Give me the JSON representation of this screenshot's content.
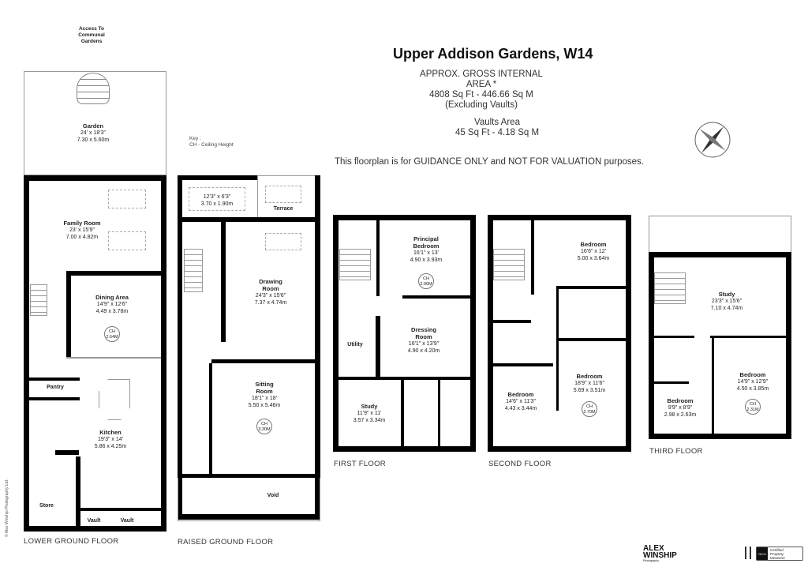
{
  "header": {
    "title": "Upper Addison Gardens, W14",
    "area_heading": "APPROX. GROSS INTERNAL  AREA *",
    "area_imperial_metric": "4808 Sq Ft  - 446.66 Sq M",
    "area_note": "(Excluding Vaults)",
    "vaults_heading": "Vaults Area",
    "vaults_area": "45 Sq Ft  - 4.18 Sq M",
    "disclaimer": "This floorplan is for GUIDANCE ONLY and NOT FOR VALUATION purposes."
  },
  "key": {
    "title": "Key :",
    "ch": "CH - Ceiling Height"
  },
  "access_label": "Access To Communal Gardens",
  "floors": {
    "lower_ground": {
      "name": "LOWER GROUND FLOOR",
      "rooms": {
        "garden": {
          "name": "Garden",
          "imperial": "24' x 18'3\"",
          "metric": "7.30 x 5.60m"
        },
        "family": {
          "name": "Family Room",
          "imperial": "23' x 15'9\"",
          "metric": "7.00 x 4.82m"
        },
        "dining": {
          "name": "Dining Area",
          "imperial": "14'9\" x 12'6\"",
          "metric": "4.49 x 3.78m",
          "ch_label": "CH",
          "ch": "2.64M"
        },
        "pantry": {
          "name": "Pantry"
        },
        "kitchen": {
          "name": "Kitchen",
          "imperial": "19'3\" x 14'",
          "metric": "5.86 x 4.25m"
        },
        "store": {
          "name": "Store"
        },
        "vault1": {
          "name": "Vault"
        },
        "vault2": {
          "name": "Vault"
        }
      }
    },
    "raised_ground": {
      "name": "RAISED GROUND FLOOR",
      "rooms": {
        "balcony": {
          "imperial": "12'3\" x 6'3\"",
          "metric": "3.70 x 1.90m"
        },
        "terrace": {
          "name": "Terrace"
        },
        "drawing": {
          "name": "Drawing Room",
          "imperial": "24'3\" x 15'6\"",
          "metric": "7.37 x 4.74m"
        },
        "sitting": {
          "name": "Sitting Room",
          "imperial": "18'1\" x 18'",
          "metric": "5.50 x 5.46m",
          "ch_label": "CH",
          "ch": "3.30M"
        },
        "void": {
          "name": "Void"
        }
      }
    },
    "first": {
      "name": "FIRST FLOOR",
      "rooms": {
        "principal": {
          "name": "Principal Bedroom",
          "imperial": "16'1\" x 13'",
          "metric": "4.90 x 3.93m",
          "ch_label": "CH",
          "ch": "2.96M"
        },
        "dressing": {
          "name": "Dressing Room",
          "imperial": "16'1\" x 13'9\"",
          "metric": "4.90 x 4.20m"
        },
        "utility": {
          "name": "Utility"
        },
        "study": {
          "name": "Study",
          "imperial": "11'9\" x 11'",
          "metric": "3.57 x 3.34m"
        }
      }
    },
    "second": {
      "name": "SECOND FLOOR",
      "rooms": {
        "bed1": {
          "name": "Bedroom",
          "imperial": "16'6\" x 12'",
          "metric": "5.00 x 3.64m"
        },
        "bed2": {
          "name": "Bedroom",
          "imperial": "14'6\" x 11'3\"",
          "metric": "4.43 x 3.44m"
        },
        "bed3": {
          "name": "Bedroom",
          "imperial": "18'9\" x 11'6\"",
          "metric": "5.69 x 3.51m",
          "ch_label": "CH",
          "ch": "2.70M"
        }
      }
    },
    "third": {
      "name": "THIRD FLOOR",
      "rooms": {
        "study": {
          "name": "Study",
          "imperial": "23'3\" x 15'6\"",
          "metric": "7.10 x 4.74m"
        },
        "bed1": {
          "name": "Bedroom",
          "imperial": "9'9\" x 8'9\"",
          "metric": "2.98 x 2.63m"
        },
        "bed2": {
          "name": "Bedroom",
          "imperial": "14'9\" x 12'9\"",
          "metric": "4.50 x 3.85m",
          "ch_label": "CH",
          "ch": "2.31M"
        }
      }
    }
  },
  "footer": {
    "copyright": "© Alex Winship Photography Ltd.",
    "logo_line1": "ALEX",
    "logo_line2": "WINSHIP",
    "logo_sub": "Photography",
    "certified": "Certified Property Measurer",
    "rics": "RICS"
  }
}
